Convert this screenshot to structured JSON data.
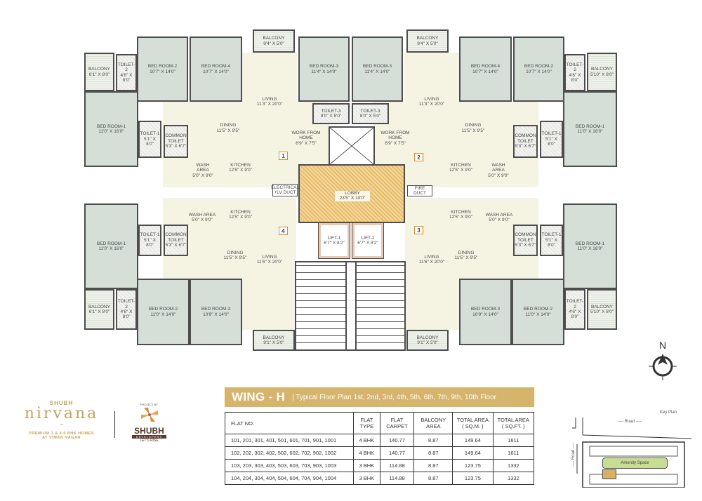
{
  "plan": {
    "flats": [
      {
        "number": "1",
        "rooms": [
          {
            "key": "balcony",
            "name": "BALCONY",
            "dim": "6'1\" X 8'0\""
          },
          {
            "key": "toilet2",
            "name": "TOILET-2",
            "dim": "4'6\" X 8'0\""
          },
          {
            "key": "bed2",
            "name": "BED ROOM-2",
            "dim": "10'7\" X 14'0\""
          },
          {
            "key": "bed4",
            "name": "BED ROOM-4",
            "dim": "10'7\" X 14'0\""
          },
          {
            "key": "balcony2",
            "name": "BALCONY",
            "dim": "9'4\" X 5'0\""
          },
          {
            "key": "living",
            "name": "LIVING",
            "dim": "11'3\" X 20'0\""
          },
          {
            "key": "bed3",
            "name": "BED ROOM-3",
            "dim": "11'4\" X 14'0\""
          },
          {
            "key": "toilet3",
            "name": "TOILET-3",
            "dim": "8'0\" X 5'0\""
          },
          {
            "key": "bed1",
            "name": "BED ROOM-1",
            "dim": "11'0\" X 16'0\""
          },
          {
            "key": "toilet1",
            "name": "TOILET-1",
            "dim": "5'1\" X 8'0\""
          },
          {
            "key": "common",
            "name": "COMMON TOILET",
            "dim": "5'3\" X 6'7\""
          },
          {
            "key": "dining",
            "name": "DINING",
            "dim": "11'5\" X 9'5\""
          },
          {
            "key": "wfh",
            "name": "WORK FROM HOME",
            "dim": "6'9\" X 7'5\""
          },
          {
            "key": "kitchen",
            "name": "KITCHEN",
            "dim": "12'5\" X 9'0\""
          },
          {
            "key": "wash",
            "name": "WASH AREA",
            "dim": "5'0\" X 9'0\""
          },
          {
            "key": "duct",
            "name": "ELECTRICAL +LV DUCT",
            "dim": ""
          }
        ]
      },
      {
        "number": "2",
        "rooms": [
          {
            "key": "balcony",
            "name": "BALCONY",
            "dim": "5'10\" X 8'0\""
          },
          {
            "key": "toilet2",
            "name": "TOILET-2",
            "dim": "4'6\" X 8'0\""
          },
          {
            "key": "bed2",
            "name": "BED ROOM-2",
            "dim": "10'7\" X 14'0\""
          },
          {
            "key": "bed4",
            "name": "BED ROOM-4",
            "dim": "10'7\" X 14'0\""
          },
          {
            "key": "balcony2",
            "name": "BALCONY",
            "dim": "9'4\" X 5'0\""
          },
          {
            "key": "living",
            "name": "LIVING",
            "dim": "11'3\" X 20'0\""
          },
          {
            "key": "bed3",
            "name": "BED ROOM-3",
            "dim": "11'4\" X 14'0\""
          },
          {
            "key": "toilet3",
            "name": "TOILET-3",
            "dim": "8'0\" X 5'0\""
          },
          {
            "key": "bed1",
            "name": "BED ROOM-1",
            "dim": "11'0\" X 16'0\""
          },
          {
            "key": "toilet1",
            "name": "TOILET-1",
            "dim": "5'1\" X 8'0\""
          },
          {
            "key": "common",
            "name": "COMMON TOILET",
            "dim": "5'3\" X 6'7\""
          },
          {
            "key": "dining",
            "name": "DINING",
            "dim": "11'5\" X 9'5\""
          },
          {
            "key": "wfh",
            "name": "WORK FROM HOME",
            "dim": "6'9\" X 7'5\""
          },
          {
            "key": "kitchen",
            "name": "KITCHEN",
            "dim": "12'5\" X 9'0\""
          },
          {
            "key": "wash",
            "name": "WASH AREA",
            "dim": "5'0\" X 9'0\""
          },
          {
            "key": "duct",
            "name": "FIRE DUCT",
            "dim": ""
          }
        ]
      },
      {
        "number": "4",
        "rooms": [
          {
            "key": "bed1",
            "name": "BED ROOM-1",
            "dim": "11'0\" X 16'0\""
          },
          {
            "key": "toilet1",
            "name": "TOILET-1",
            "dim": "5'1\" X 8'0\""
          },
          {
            "key": "common",
            "name": "COMMON TOILET",
            "dim": "5'3\" X 6'7\""
          },
          {
            "key": "wash",
            "name": "WASH AREA",
            "dim": "5'0\" X 9'0\""
          },
          {
            "key": "kitchen",
            "name": "KITCHEN",
            "dim": "12'5\" X 9'0\""
          },
          {
            "key": "dining",
            "name": "DINING",
            "dim": "11'5\" X 9'5\""
          },
          {
            "key": "living",
            "name": "LIVING",
            "dim": "11'6\" X 20'0\""
          },
          {
            "key": "balcony",
            "name": "BALCONY",
            "dim": "6'1\" X 8'0\""
          },
          {
            "key": "toilet2",
            "name": "TOILET-2",
            "dim": "4'6\" X 8'0\""
          },
          {
            "key": "bed2",
            "name": "BED ROOM-2",
            "dim": "11'0\" X 14'0\""
          },
          {
            "key": "bed3",
            "name": "BED ROOM-3",
            "dim": "10'9\" X 14'0\""
          },
          {
            "key": "balcony2",
            "name": "BALCONY",
            "dim": "9'1\" X 5'0\""
          }
        ]
      },
      {
        "number": "3",
        "rooms": [
          {
            "key": "bed1",
            "name": "BED ROOM-1",
            "dim": "11'0\" X 16'0\""
          },
          {
            "key": "toilet1",
            "name": "TOILET-1",
            "dim": "5'1\" X 8'0\""
          },
          {
            "key": "common",
            "name": "COMMON TOILET",
            "dim": "5'3\" X 6'7\""
          },
          {
            "key": "wash",
            "name": "WASH AREA",
            "dim": "5'0\" X 9'0\""
          },
          {
            "key": "kitchen",
            "name": "KITCHEN",
            "dim": "12'5\" X 9'0\""
          },
          {
            "key": "dining",
            "name": "DINING",
            "dim": "11'5\" X 9'5\""
          },
          {
            "key": "living",
            "name": "LIVING",
            "dim": "11'6\" X 20'0\""
          },
          {
            "key": "balcony",
            "name": "BALCONY",
            "dim": "5'10\" X 8'0\""
          },
          {
            "key": "toilet2",
            "name": "TOILET-2",
            "dim": "4'6\" X 8'0\""
          },
          {
            "key": "bed2",
            "name": "BED ROOM-2",
            "dim": "11'0\" X 14'0\""
          },
          {
            "key": "bed3",
            "name": "BED ROOM-3",
            "dim": "10'9\" X 14'0\""
          },
          {
            "key": "balcony2",
            "name": "BALCONY",
            "dim": "9'1\" X 5'0\""
          }
        ]
      }
    ],
    "core": {
      "lobby": "LOBBY",
      "lobby_dim": "23'5\" X 10'0\"",
      "lift1": "LIFT-1",
      "lift1_dim": "6'7\" X 8'2\"",
      "lift2": "LIFT-2",
      "lift2_dim": "6'7\" X 8'2\""
    },
    "compass": "N",
    "room_colors": {
      "bedroom": "#d5dfd7",
      "living": "#f5f4e3",
      "lobby": "#e9bd6e",
      "marker": "#e8892c"
    }
  },
  "branding": {
    "project_prefix": "SHUBH",
    "project_name": "nirvana",
    "tagline_1": "PREMIUM 3 & 4.5 BHK HOMES",
    "tagline_2": "AT VIMAN NAGAR",
    "project_by": "PROJECT BY",
    "developer": "SHUBH",
    "developer_sub": "DEVELOPERS",
    "developer_slogan": "LET'S RISE",
    "gold": "#c9a15a"
  },
  "header": {
    "wing": "WING - H",
    "subtitle": "|  Typical Floor Plan  1st, 2nd, 3rd, 4th, 5th, 6th, 7th, 9th, 10th Floor",
    "bar_color": "#d6b46c"
  },
  "table": {
    "headers": [
      "FLAT NO.",
      "FLAT TYPE",
      "FLAT CARPET",
      "BALCONY AREA",
      "TOTAL AREA ( SQ.M. )",
      "TOTAL AREA ( SQ.FT. )"
    ],
    "rows": [
      [
        "101, 201, 301, 401, 501, 601, 701, 901, 1001",
        "4 BHK",
        "140.77",
        "8.87",
        "149.64",
        "1611"
      ],
      [
        "102, 202, 302, 402, 502, 602, 702, 902, 1002",
        "4 BHK",
        "140.77",
        "8.87",
        "149.64",
        "1611"
      ],
      [
        "103, 203, 303, 403, 503, 603, 703, 903, 1003",
        "3 BHK",
        "114.88",
        "8.87",
        "123.75",
        "1332"
      ],
      [
        "104, 204, 304, 404, 504, 604, 704, 904, 1004",
        "3 BHK",
        "114.88",
        "8.87",
        "123.75",
        "1332"
      ]
    ]
  },
  "key_plan": {
    "title": "Key Plan",
    "road_top": "---- Road ----",
    "road_left": "---- Road ----",
    "amenity": "Amenity Space",
    "amenity_color": "#c8dc94",
    "highlight_color": "#d6b067"
  }
}
